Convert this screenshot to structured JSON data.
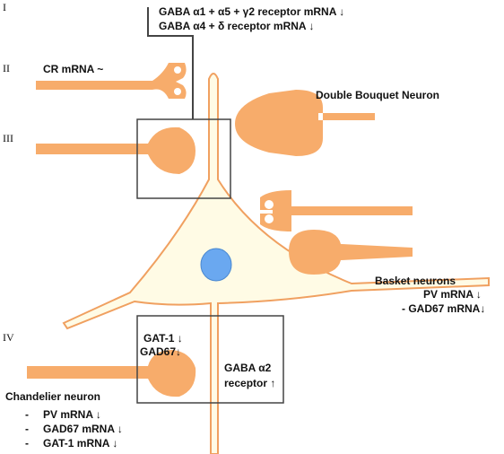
{
  "layers": {
    "l1": "I",
    "l2": "II",
    "l3": "III",
    "l4": "IV"
  },
  "labels": {
    "gaba_top_1": "GABA α1 + α5 + γ2 receptor mRNA ↓",
    "gaba_top_2": "GABA α4 + δ receptor mRNA ↓",
    "cr_mrna": "CR mRNA ~",
    "double_bouquet": "Double Bouquet Neuron",
    "basket_title": "Basket neurons",
    "basket_pv": "PV mRNA ↓",
    "basket_gad67": "- GAD67 mRNA↓",
    "gat1": "GAT-1 ↓",
    "gad67": "GAD67↓",
    "gaba_a2_1": "GABA α2",
    "gaba_a2_2": "receptor ↑",
    "chandelier_title": "Chandelier neuron",
    "ch_dash": "-",
    "ch_pv": "PV mRNA ↓",
    "ch_gad67": "GAD67 mRNA ↓",
    "ch_gat1": "GAT-1 mRNA ↓"
  },
  "colors": {
    "neuron_fill": "#f7ac6b",
    "pyramidal_fill": "#fffbe5",
    "pyramidal_stroke": "#f0a060",
    "nucleus": "#6aa8f0",
    "box": "#444444"
  }
}
